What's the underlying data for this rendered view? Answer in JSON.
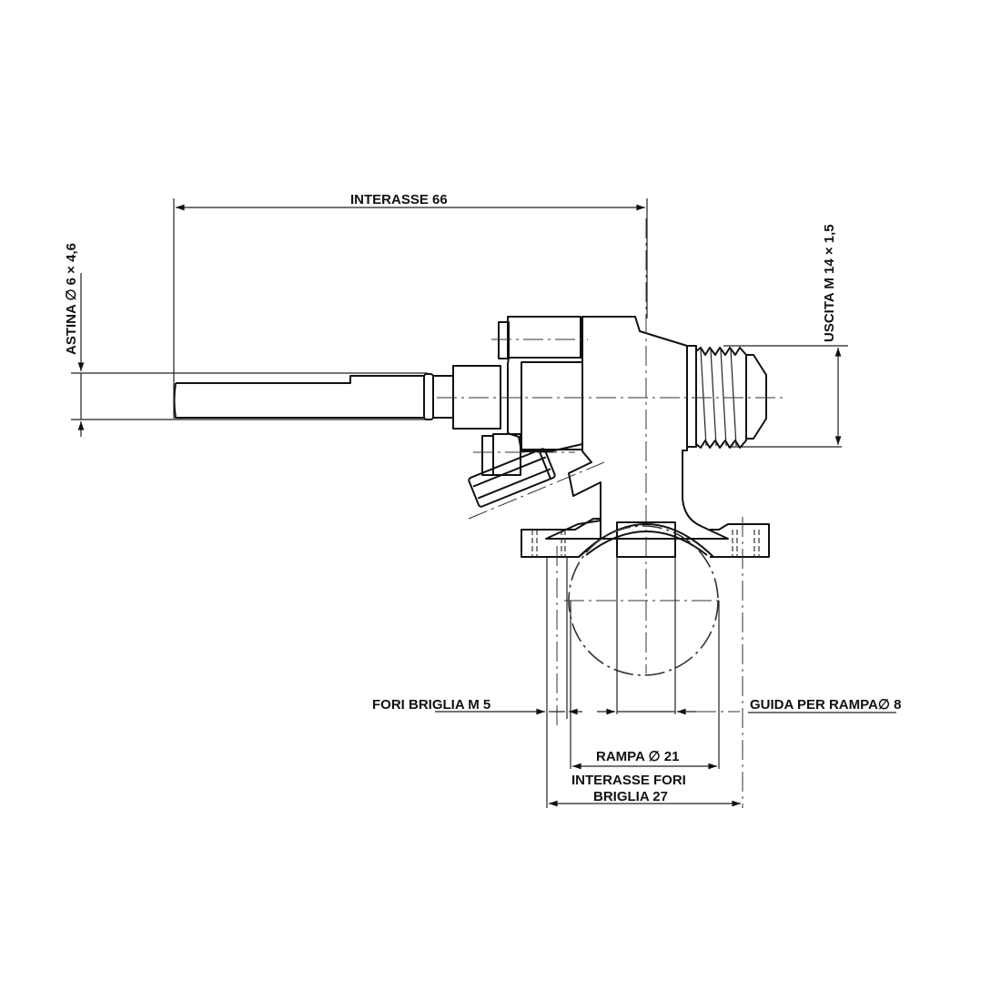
{
  "drawing": {
    "title": "Gas valve technical drawing",
    "colors": {
      "line": "#111111",
      "background": "#ffffff"
    }
  },
  "dimensions": {
    "interasse": {
      "label": "INTERASSE 66"
    },
    "astina": {
      "label": "ASTINA ∅ 6 × 4,6"
    },
    "uscita": {
      "label": "USCITA M 14 × 1,5"
    },
    "fori_briglia": {
      "label": "FORI BRIGLIA M 5"
    },
    "guida_rampa": {
      "label": "GUIDA PER RAMPA∅ 8"
    },
    "rampa": {
      "label": "RAMPA ∅ 21"
    },
    "interasse_fori_line1": {
      "label": "INTERASSE FORI"
    },
    "interasse_fori_line2": {
      "label": "BRIGLIA 27"
    }
  }
}
